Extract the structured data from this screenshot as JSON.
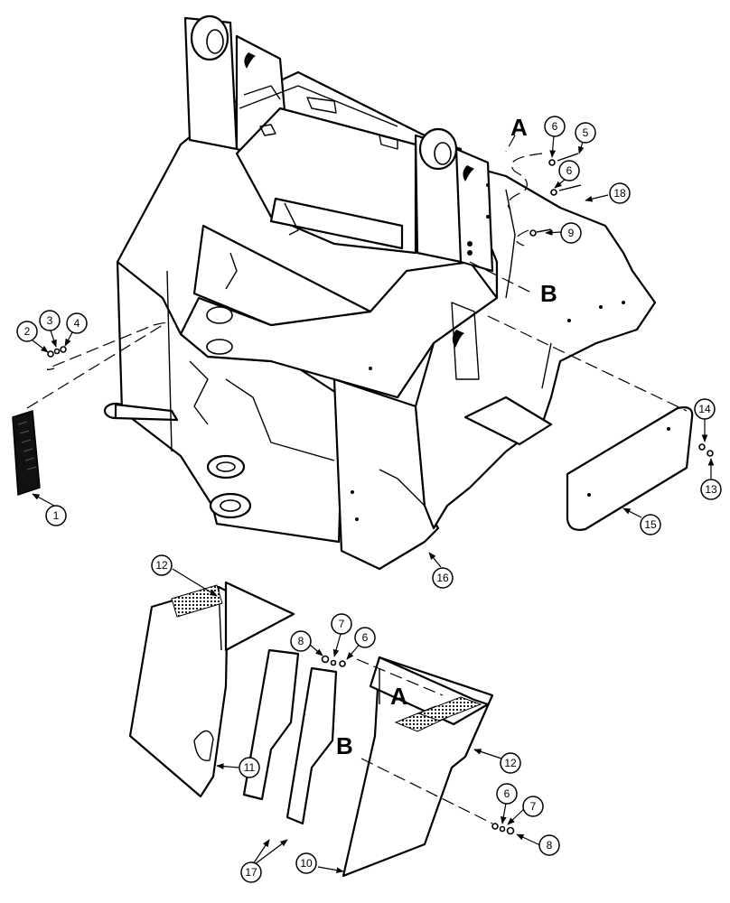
{
  "callouts": {
    "c1": "1",
    "c2": "2",
    "c3": "3",
    "c4": "4",
    "c5": "5",
    "c6a": "6",
    "c6b": "6",
    "c6c": "6",
    "c6d": "6",
    "c7a": "7",
    "c7b": "7",
    "c8a": "8",
    "c8b": "8",
    "c9": "9",
    "c10": "10",
    "c11": "11",
    "c12a": "12",
    "c12b": "12",
    "c13": "13",
    "c14": "14",
    "c15": "15",
    "c16": "16",
    "c17": "17",
    "c18": "18"
  },
  "reference_letters": {
    "a_top": "A",
    "b_top": "B",
    "a_bottom": "A",
    "b_bottom": "B"
  }
}
